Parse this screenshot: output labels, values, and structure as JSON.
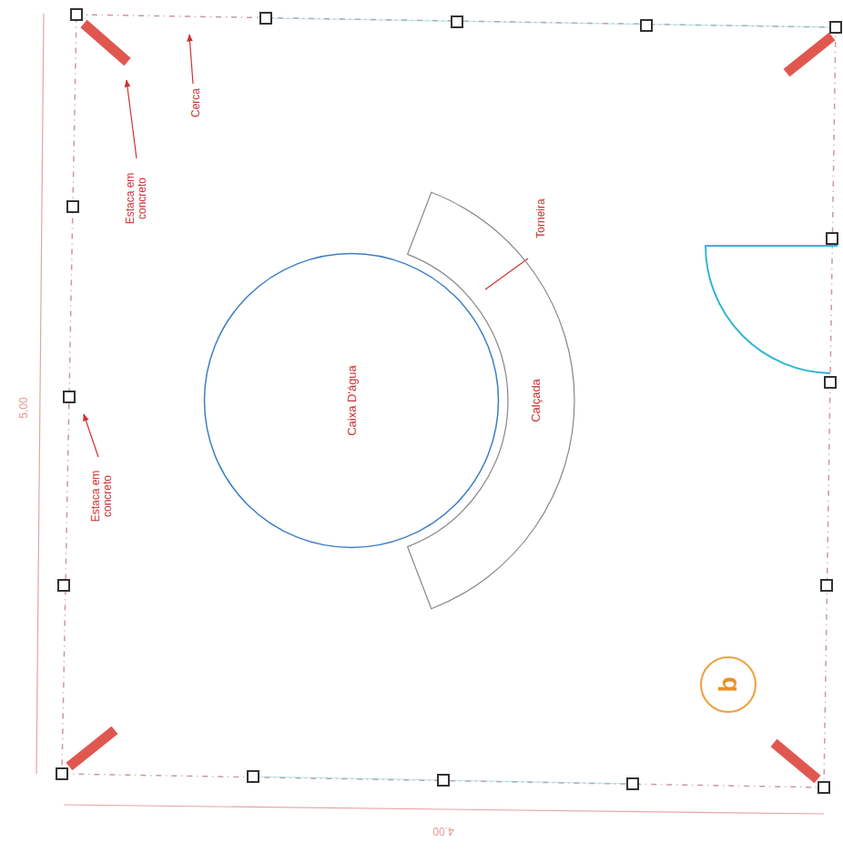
{
  "diagram": {
    "nodes": [
      {
        "text": [
          "Caixa D'água"
        ]
      },
      {
        "text": [
          "Calçada"
        ]
      },
      {
        "text": [
          "b"
        ]
      }
    ],
    "labels": [
      "Cerca",
      "Estaca em concreto",
      "Torneira",
      "Estaca em concreto",
      "5.00",
      "4.00"
    ]
  }
}
